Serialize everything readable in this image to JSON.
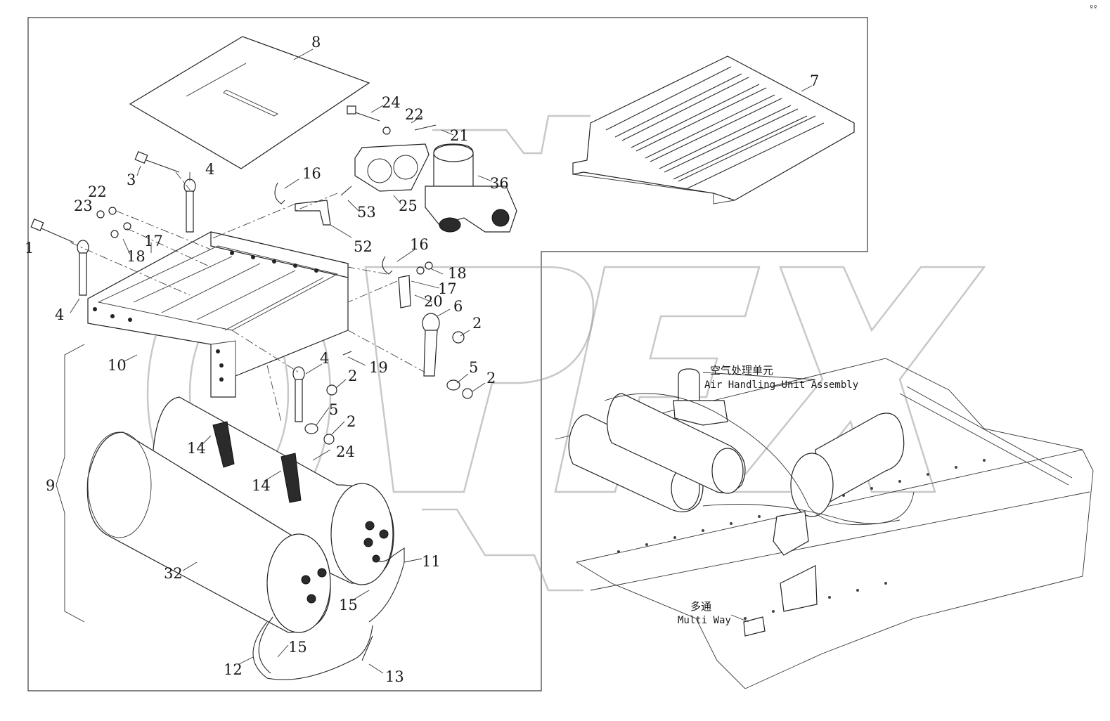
{
  "labels": {
    "l1": "1",
    "l2a": "2",
    "l2b": "2",
    "l2c": "2",
    "l2d": "2",
    "l3": "3",
    "l4a": "4",
    "l4b": "4",
    "l4c": "4",
    "l5a": "5",
    "l5b": "5",
    "l6": "6",
    "l7": "7",
    "l8": "8",
    "l9": "9",
    "l10": "10",
    "l11": "11",
    "l12": "12",
    "l13": "13",
    "l14a": "14",
    "l14b": "14",
    "l15a": "15",
    "l15b": "15",
    "l16a": "16",
    "l16b": "16",
    "l17a": "17",
    "l17b": "17",
    "l18a": "18",
    "l18b": "18",
    "l19": "19",
    "l20": "20",
    "l21": "21",
    "l22a": "22",
    "l22b": "22",
    "l23": "23",
    "l24a": "24",
    "l24b": "24",
    "l25": "25",
    "l32": "32",
    "l36": "36",
    "l52": "52",
    "l53": "53"
  },
  "callouts": {
    "air_handling_cn": "空气处理单元",
    "air_handling_en": "Air Handling Unit Assembly",
    "multi_way_cn": "多通",
    "multi_way_en": "Multi Way"
  },
  "watermark": {
    "text": "ORFX"
  },
  "corner_mark": "ºº"
}
